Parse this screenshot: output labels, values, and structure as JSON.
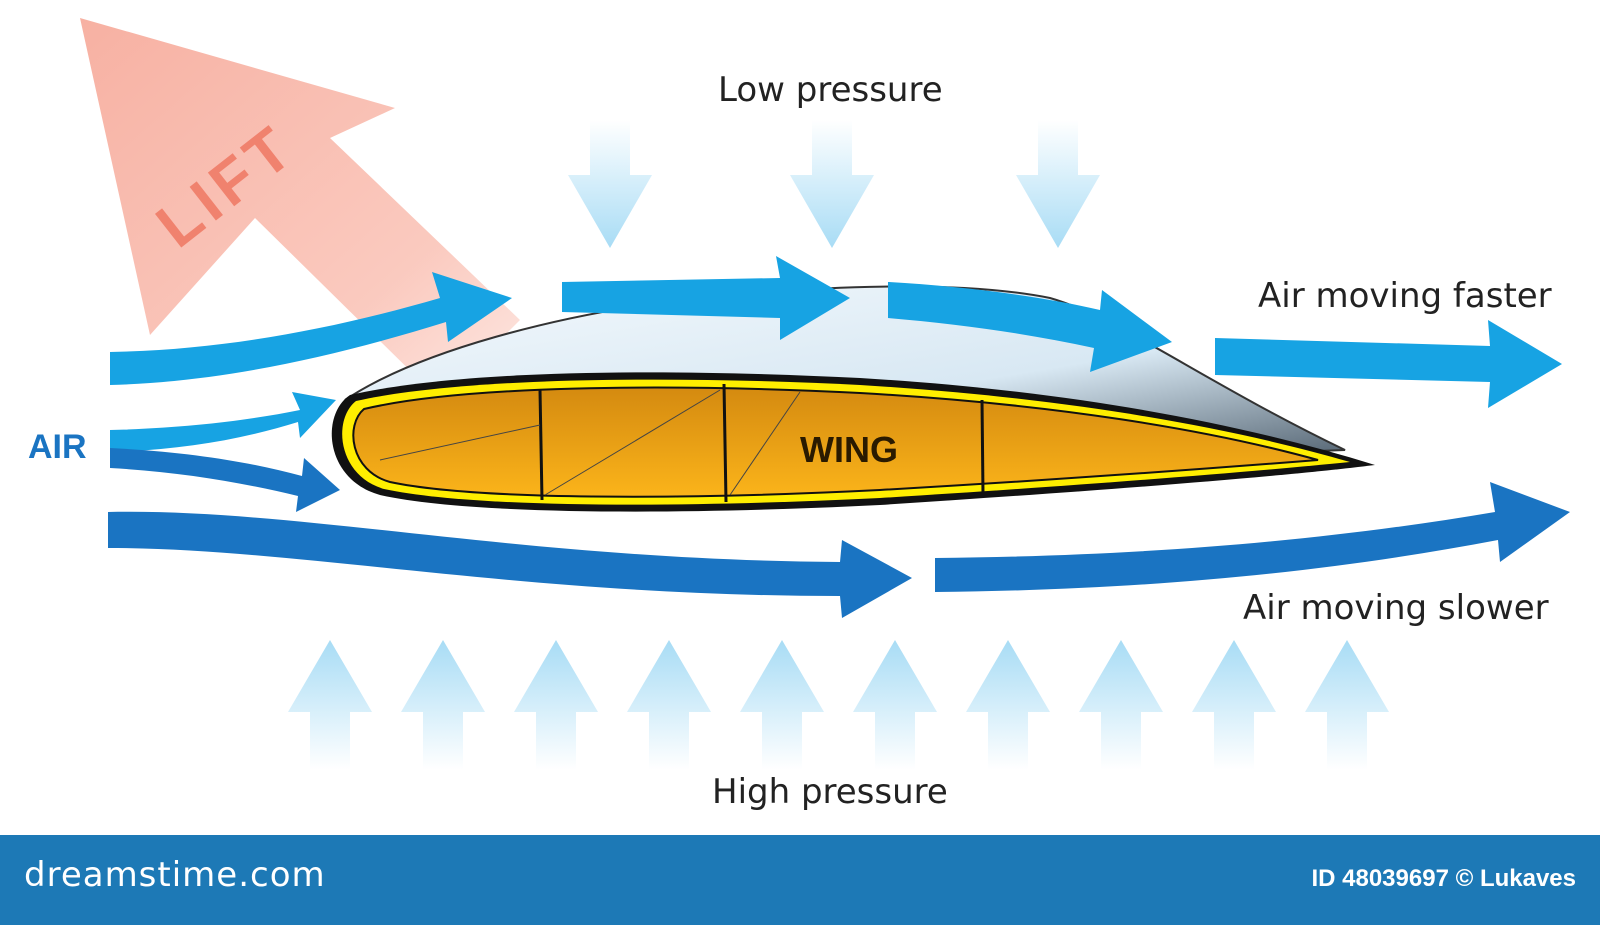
{
  "labels": {
    "low_pressure": "Low pressure",
    "high_pressure": "High pressure",
    "air_faster": "Air moving faster",
    "air_slower": "Air moving slower",
    "air": "AIR",
    "lift": "LIFT",
    "wing": "WING"
  },
  "footer": {
    "brand": "dreamstime.com",
    "credit": "ID 48039697 © Lukaves"
  },
  "colors": {
    "lift_arrow": "#f6a898",
    "lift_text": "#f0826e",
    "upper_flow": "#17a3e3",
    "lower_flow": "#1a74c2",
    "wing_fill": "#f0a818",
    "wing_outline": "#ffee00",
    "pressure_arrow": "#a8dcf5",
    "footer_bg": "#1d79b6"
  }
}
